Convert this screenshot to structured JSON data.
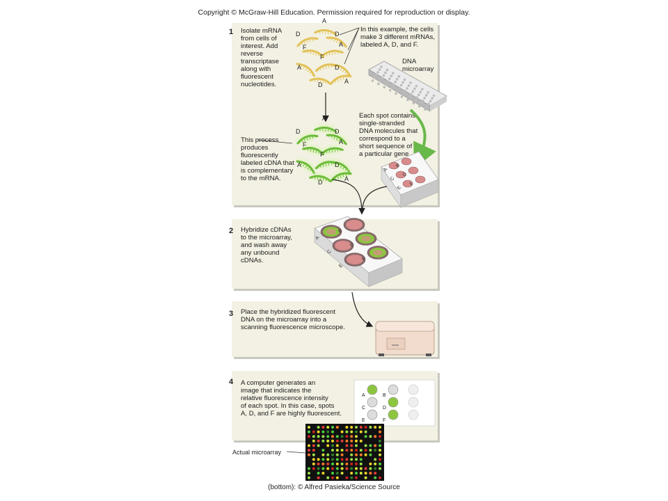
{
  "header": {
    "copyright": "Copyright © McGraw-Hill Education. Permission required for reproduction or display."
  },
  "footer": {
    "credit": "(bottom): © Alfred Pasieka/Science Source"
  },
  "steps": [
    {
      "number": "1",
      "text": "Isolate mRNA\nfrom cells of\ninterest. Add\nreverse\ntranscriptase\nalong with\nfluorescent\nnucleotides.",
      "callout": "In this example, the cells\nmake 3 different mRNAs,\nlabeled A, D, and F.",
      "array_label": "DNA\nmicroarray",
      "spot_text": "Each spot contains\nsingle-stranded\nDNA molecules that\ncorrespond to a\nshort sequence of\na particular gene.",
      "process_text": "This process\nproduces\nfluorescently\nlabeled cDNA that\nis complementary\nto the mRNA."
    },
    {
      "number": "2",
      "text": "Hybridize cDNAs\nto the microarray,\nand wash away\nany unbound\ncDNAs."
    },
    {
      "number": "3",
      "text": "Place the hybridized fluorescent\nDNA on the microarray into a\nscanning fluorescence microscope."
    },
    {
      "number": "4",
      "text": "A computer generates an\nimage that indicates the\nrelative fluorescence intensity\nof each spot. In this case, spots\nA, D, and F are highly fluorescent.",
      "actual_label": "Actual microarray"
    }
  ],
  "strand_letters": [
    "A",
    "D",
    "F"
  ],
  "well_letters": [
    "A",
    "B",
    "C",
    "D",
    "E",
    "F"
  ],
  "colors": {
    "panel": "#f3f1e3",
    "mrna": "#e3c25a",
    "cdna": "#6dbb3a",
    "cdna_glow": "#c7ec9e",
    "arrow_green": "#69b84a",
    "spot_pink": "#d98c8c",
    "spot_green": "#8cc63f",
    "spot_off": "#dcdcdc",
    "microarray_bg": "#111111"
  }
}
